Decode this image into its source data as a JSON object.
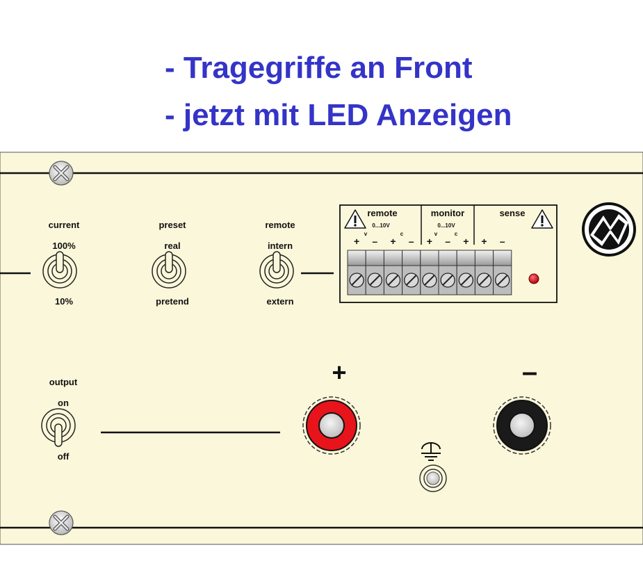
{
  "headline": {
    "line1": "- Tragegriffe an Front",
    "line2": "- jetzt mit LED Anzeigen"
  },
  "switches": {
    "current": {
      "title": "current",
      "top": "100%",
      "bottom": "10%"
    },
    "preset": {
      "title": "preset",
      "top": "real",
      "bottom": "pretend"
    },
    "remote": {
      "title": "remote",
      "top": "intern",
      "bottom": "extern"
    },
    "output": {
      "title": "output",
      "top": "on",
      "bottom": "off"
    }
  },
  "terminal_block": {
    "remote_title": "remote",
    "remote_range": "0...10V",
    "monitor_title": "monitor",
    "monitor_range": "0...10V",
    "sense_title": "sense",
    "v1": "v",
    "c1": "c",
    "v2": "v",
    "c2": "c"
  },
  "outputs": {
    "plus": "+",
    "minus": "–"
  },
  "colors": {
    "headline": "#3434c8",
    "panel": "#fbf7da",
    "plus_terminal": "#e8141b",
    "minus_terminal": "#1a1a1a",
    "led": "#d8141b"
  },
  "icons": [
    "screw-icon",
    "warning-icon",
    "logo-icon",
    "ground-icon"
  ]
}
